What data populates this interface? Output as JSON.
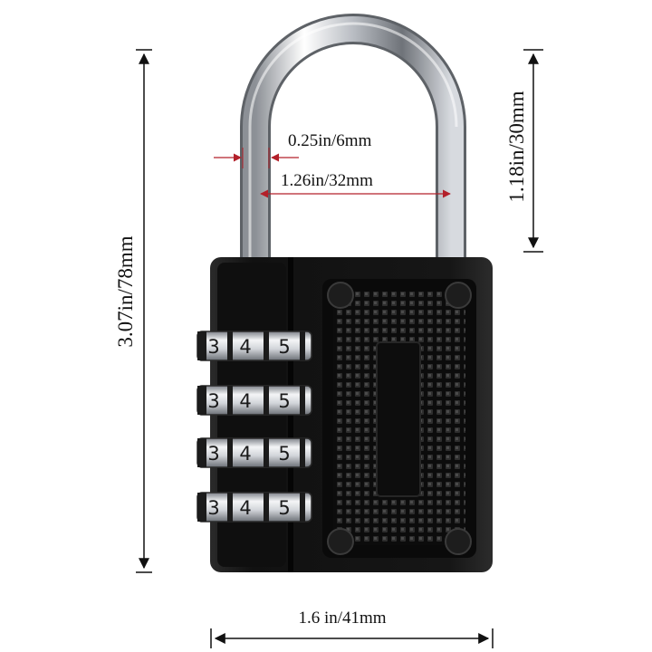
{
  "product": {
    "height_label": "3.07in/78mm",
    "shackle_clearance_label": "1.18in/30mm",
    "shackle_diameter_label": "0.25in/6mm",
    "shackle_inner_width_label": "1.26in/32mm",
    "body_width_label": "1.6 in/41mm"
  },
  "dials": [
    {
      "digits": [
        "3",
        "4",
        "5"
      ]
    },
    {
      "digits": [
        "3",
        "4",
        "5"
      ]
    },
    {
      "digits": [
        "3",
        "4",
        "5"
      ]
    },
    {
      "digits": [
        "3",
        "4",
        "5"
      ]
    }
  ],
  "colors": {
    "body": "#141414",
    "shackle": "#c9ccd1",
    "dim_line_black": "#111111",
    "dim_line_red": "#b3202a"
  }
}
